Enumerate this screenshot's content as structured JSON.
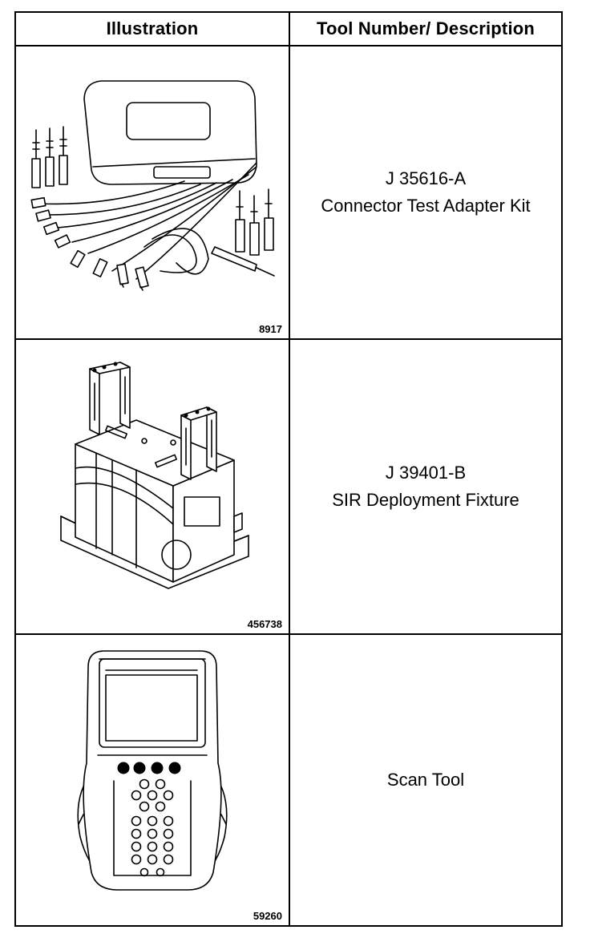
{
  "header": {
    "illustration": "Illustration",
    "description": "Tool Number/ Description"
  },
  "rows": [
    {
      "figure_number": "8917",
      "tool_number": "J 35616-A",
      "description": "Connector Test Adapter Kit",
      "icon": "connector-test-adapter-kit"
    },
    {
      "figure_number": "456738",
      "tool_number": "J 39401-B",
      "description": "SIR Deployment Fixture",
      "icon": "sir-deployment-fixture"
    },
    {
      "figure_number": "59260",
      "tool_number": "",
      "description": "Scan Tool",
      "icon": "scan-tool"
    }
  ]
}
